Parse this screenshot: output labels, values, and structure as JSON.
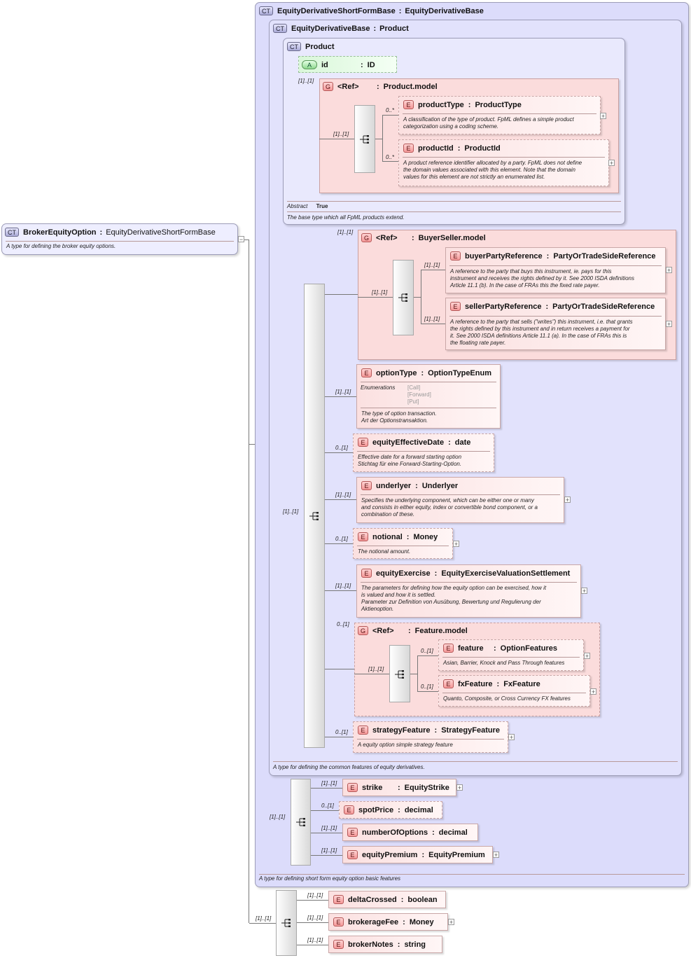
{
  "root": {
    "badge": "CT",
    "name": "BrokerEquityOption",
    "type": "EquityDerivativeShortFormBase",
    "doc": "A type for defining the broker equity options."
  },
  "ct_short": {
    "badge": "CT",
    "name": "EquityDerivativeShortFormBase",
    "type": "EquityDerivativeBase",
    "doc": "A type for defining short form equity option basic features"
  },
  "ct_base": {
    "badge": "CT",
    "name": "EquityDerivativeBase",
    "type": "Product",
    "doc": "A type for defining the common features of equity derivatives."
  },
  "ct_product": {
    "badge": "CT",
    "name": "Product",
    "abstract_label": "Abstract",
    "abstract_value": "True",
    "doc": "The base type which all FpML products extend."
  },
  "attr_id": {
    "badge": "A",
    "name": "id",
    "type": "ID"
  },
  "grp_product": {
    "badge": "G",
    "ref": "<Ref>",
    "name": "Product.model",
    "card": "[1]..[1]",
    "seq_card": "[1]..[1]"
  },
  "el_productType": {
    "badge": "E",
    "name": "productType",
    "type": "ProductType",
    "card": "0..*",
    "doc1": "A classification of the type of product. FpML defines a simple product",
    "doc2": "categorization using a coding scheme."
  },
  "el_productId": {
    "badge": "E",
    "name": "productId",
    "type": "ProductId",
    "card": "0..*",
    "doc1": "A product reference identifier allocated by a party. FpML does not define",
    "doc2": "the domain values associated with this element. Note that the domain",
    "doc3": "values for this element are not strictly an enumerated list."
  },
  "grp_buyer": {
    "badge": "G",
    "ref": "<Ref>",
    "name": "BuyerSeller.model",
    "card": "[1]..[1]",
    "seq_card": "[1]..[1]"
  },
  "el_buyer": {
    "badge": "E",
    "name": "buyerPartyReference",
    "type": "PartyOrTradeSideReference",
    "card": "[1]..[1]",
    "doc1": "A reference to the party that buys this instrument, ie. pays for this",
    "doc2": "instrument and receives the rights defined by it. See 2000 ISDA definitions",
    "doc3": "Article 11.1 (b). In the case of FRAs this the fixed rate payer."
  },
  "el_seller": {
    "badge": "E",
    "name": "sellerPartyReference",
    "type": "PartyOrTradeSideReference",
    "card": "[1]..[1]",
    "doc1": "A reference to the party that sells (\"writes\") this instrument, i.e. that grants",
    "doc2": "the rights defined by this instrument and in return receives a payment for",
    "doc3": "it. See 2000 ISDA definitions Article 11.1 (a). In the case of FRAs this is",
    "doc4": "the floating rate payer."
  },
  "el_optionType": {
    "badge": "E",
    "name": "optionType",
    "type": "OptionTypeEnum",
    "card": "[1]..[1]",
    "enum_label": "Enumerations",
    "enum_values": [
      "[Call]",
      "[Forward]",
      "[Put]"
    ],
    "doc1": "The type of option transaction.",
    "doc2": "Art der Optionstransaktion."
  },
  "el_effDate": {
    "badge": "E",
    "name": "equityEffectiveDate",
    "type": "date",
    "card": "0..[1]",
    "doc1": "Effective date for a forward starting option",
    "doc2": "Stichtag für eine Forward-Starting-Option."
  },
  "el_underlyer": {
    "badge": "E",
    "name": "underlyer",
    "type": "Underlyer",
    "card": "[1]..[1]",
    "doc1": "Specifies the underlying component, which can be either one or many",
    "doc2": "and consists in either equity, index or convertible bond component, or a",
    "doc3": "combination of these."
  },
  "el_notional": {
    "badge": "E",
    "name": "notional",
    "type": "Money",
    "card": "0..[1]",
    "doc1": "The notional amount."
  },
  "el_exercise": {
    "badge": "E",
    "name": "equityExercise",
    "type": "EquityExerciseValuationSettlement",
    "card": "[1]..[1]",
    "doc1": "The parameters for defining how the equity option can be exercised, how it",
    "doc2": "is valued and how it is settled.",
    "doc3": "Parameter zur Definition von Ausübung, Bewertung und Regulierung der",
    "doc4": "Aktienoption."
  },
  "grp_feature": {
    "badge": "G",
    "ref": "<Ref>",
    "name": "Feature.model",
    "card": "0..[1]",
    "seq_card": "[1]..[1]"
  },
  "el_feature": {
    "badge": "E",
    "name": "feature",
    "type": "OptionFeatures",
    "card": "0..[1]",
    "doc1": "Asian, Barrier, Knock and Pass Through features"
  },
  "el_fxFeature": {
    "badge": "E",
    "name": "fxFeature",
    "type": "FxFeature",
    "card": "0..[1]",
    "doc1": "Quanto, Composite, or Cross Currency FX features"
  },
  "el_strategy": {
    "badge": "E",
    "name": "strategyFeature",
    "type": "StrategyFeature",
    "card": "0..[1]",
    "doc1": "A equity option simple strategy feature"
  },
  "base_seq_card": "[1]..[1]",
  "short_seq_card": "[1]..[1]",
  "el_strike": {
    "badge": "E",
    "name": "strike",
    "type": "EquityStrike",
    "card": "[1]..[1]"
  },
  "el_spot": {
    "badge": "E",
    "name": "spotPrice",
    "type": "decimal",
    "card": "0..[1]"
  },
  "el_numOpt": {
    "badge": "E",
    "name": "numberOfOptions",
    "type": "decimal",
    "card": "[1]..[1]"
  },
  "el_premium": {
    "badge": "E",
    "name": "equityPremium",
    "type": "EquityPremium",
    "card": "[1]..[1]"
  },
  "root_seq_card": "[1]..[1]",
  "el_delta": {
    "badge": "E",
    "name": "deltaCrossed",
    "type": "boolean",
    "card": "[1]..[1]"
  },
  "el_fee": {
    "badge": "E",
    "name": "brokerageFee",
    "type": "Money",
    "card": "[1]..[1]"
  },
  "el_notes": {
    "badge": "E",
    "name": "brokerNotes",
    "type": "string",
    "card": "[1]..[1]"
  },
  "sep": ":",
  "plus_symbol": "+",
  "minus_symbol": "−"
}
